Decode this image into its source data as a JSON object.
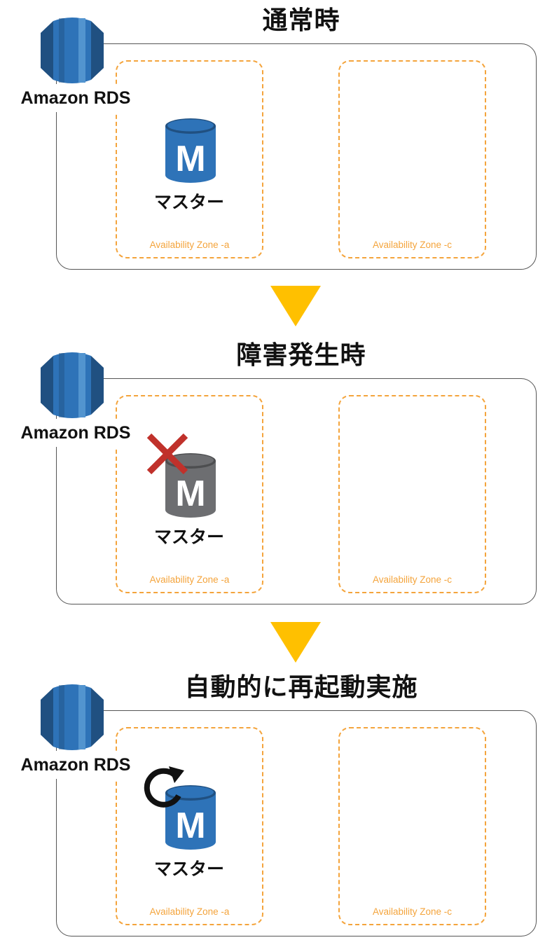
{
  "colors": {
    "rds_dark": "#205081",
    "rds_mid": "#2e73b8",
    "rds_light": "#5294cf",
    "db_active": "#2e73b8",
    "db_failed": "#6d6e71",
    "az_border": "#f4a43c",
    "arrow": "#ffc000",
    "fail_mark": "#c0312b"
  },
  "panels": [
    {
      "title": "通常時",
      "service_label": "Amazon RDS",
      "instance_label": "マスター",
      "instance_letter": "M",
      "zones": [
        "Availability Zone -a",
        "Availability Zone -c"
      ],
      "state": "normal"
    },
    {
      "title": "障害発生時",
      "service_label": "Amazon RDS",
      "instance_label": "マスター",
      "instance_letter": "M",
      "zones": [
        "Availability Zone -a",
        "Availability Zone -c"
      ],
      "state": "failed",
      "status_icon": "cross-icon"
    },
    {
      "title": "自動的に再起動実施",
      "service_label": "Amazon RDS",
      "instance_label": "マスター",
      "instance_letter": "M",
      "zones": [
        "Availability Zone -a",
        "Availability Zone -c"
      ],
      "state": "restarting",
      "status_icon": "restart-icon"
    }
  ],
  "transition_icons": [
    "arrow-down-icon",
    "arrow-down-icon"
  ]
}
